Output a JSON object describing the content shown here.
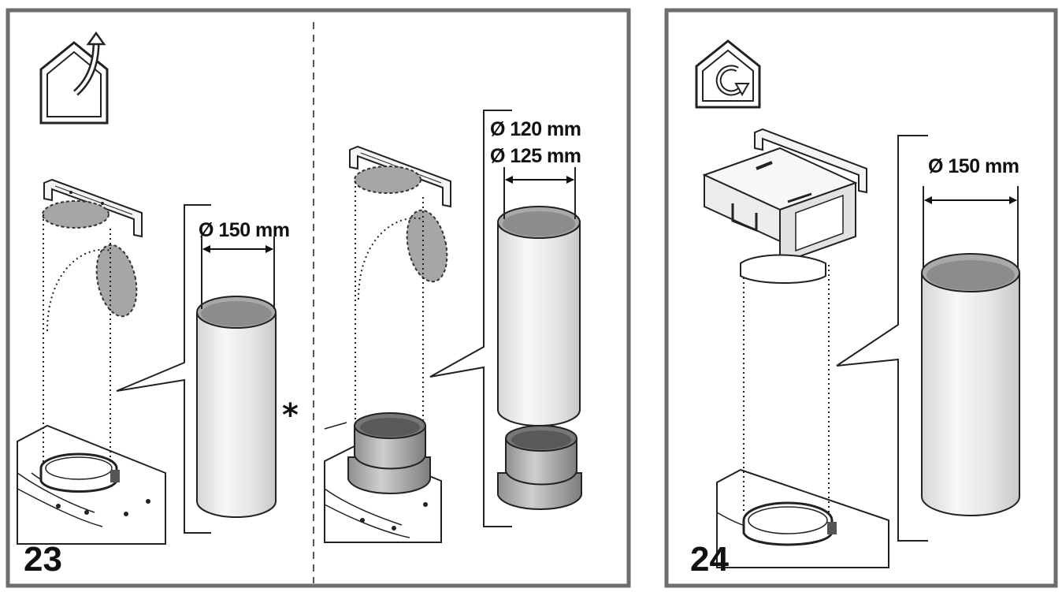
{
  "colors": {
    "frame": "#6e6e6e",
    "ink": "#1a1a1a",
    "duct_fill": "#ececec",
    "duct_inner": "#a9a9a9",
    "shaded": "#a6a6a6",
    "paper": "#ffffff"
  },
  "panel_23": {
    "step_number": "23",
    "icon": "house-extraction-icon",
    "duct_150_label": "Ø 150 mm",
    "duct_120_label": "Ø 120 mm",
    "duct_125_label": "Ø 125 mm",
    "asterisk": "*"
  },
  "panel_24": {
    "step_number": "24",
    "icon": "house-recirculation-icon",
    "duct_150_label": "Ø 150 mm"
  }
}
